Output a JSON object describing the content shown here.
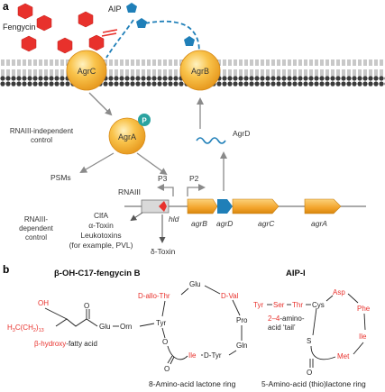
{
  "panel_a": {
    "panel_letter": "a",
    "labels": {
      "fengycin": "Fengycin",
      "aip": "AIP",
      "agrc": "AgrC",
      "agrb": "AgrB",
      "agra": "AgrA",
      "phospho": "P",
      "agrd_peptide": "AgrD",
      "rnaiii_independent_line1": "RNAIII-independent",
      "rnaiii_independent_line2": "control",
      "psms": "PSMs",
      "p3": "P3",
      "p2": "P2",
      "rnaiii": "RNAIII",
      "hld": "hld",
      "rnaiii_dependent_line1": "RNAIII-",
      "rnaiii_dependent_line2": "dependent",
      "rnaiii_dependent_line3": "control",
      "targets": [
        "ClfA",
        "α-Toxin",
        "Leukotoxins",
        "(for example, PVL)"
      ],
      "delta_toxin": "δ-Toxin",
      "genes": [
        "agrB",
        "agrD",
        "agrC",
        "agrA"
      ]
    }
  },
  "panel_b": {
    "panel_letter": "b",
    "fengycin": {
      "title": "β-OH-C17-fengycin B",
      "oh": "OH",
      "chain_h3c": "H",
      "chain_sub3": "3",
      "chain_c": "C(CH",
      "chain_sub2": "2",
      "chain_close": ")",
      "chain_sub13": "13",
      "glu_first": "Glu",
      "orn": "Orn",
      "tyr_upper": "Tyr",
      "d_allo_thr": "D-allo-Thr",
      "glu_ring": "Glu",
      "d_val": "D-Val",
      "pro": "Pro",
      "gln": "Gln",
      "d_tyr": "D-Tyr",
      "ile": "Ile",
      "o_ring": "O",
      "o_carbonyl": "O",
      "hydroxy_fatty_red": "β-hydroxy",
      "hydroxy_fatty_black": "-fatty acid",
      "ring_caption": "8-Amino-acid lactone ring"
    },
    "aip": {
      "title": "AIP-I",
      "tyr": "Tyr",
      "ser": "Ser",
      "thr": "Thr",
      "cys": "Cys",
      "asp": "Asp",
      "phe": "Phe",
      "ile": "Ile",
      "met": "Met",
      "s": "S",
      "o": "O",
      "tail_red": "2–4",
      "tail_black1": "-amino-",
      "tail_black2": "acid ‘tail’",
      "ring_caption": "5-Amino-acid (thio)lactone ring"
    }
  },
  "colors": {
    "red": "#e8312c",
    "orange": "#f5a623",
    "blue": "#1f7fb8",
    "teal": "#2aa3a0",
    "arrow_gray": "#8a8a8a"
  }
}
